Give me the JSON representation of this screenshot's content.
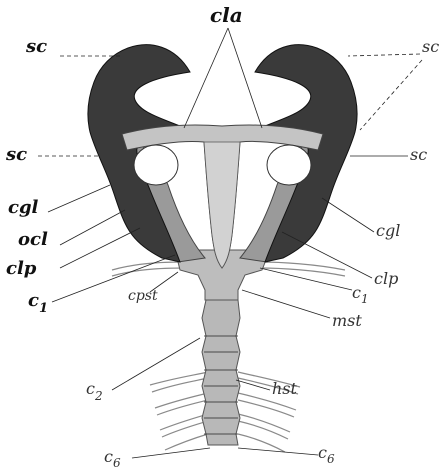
{
  "labels": {
    "cla": "cla",
    "sc_top_left": "sc",
    "sc_top_right": "sc",
    "sc_mid_left": "sc",
    "sc_mid_right": "sc",
    "cgl_left": "cgl",
    "cgl_right": "cgl",
    "ocl": "ocl",
    "clp_left": "clp",
    "clp_right": "clp",
    "c1_left": "c",
    "c1_left_sub": "1",
    "c1_right": "c",
    "c1_right_sub": "1",
    "cpst": "cpst",
    "mst": "mst",
    "hst": "hst",
    "c2": "c",
    "c2_sub": "2",
    "c6_left": "c",
    "c6_left_sub": "6",
    "c6_right": "c",
    "c6_right_sub": "6"
  },
  "colors": {
    "scapula": "#3a3a3a",
    "clavicle_band": "#c4c4c4",
    "coracoid": "#9a9a9a",
    "sternum": "#bdbdbd",
    "ribs": "#8a8a8a"
  }
}
